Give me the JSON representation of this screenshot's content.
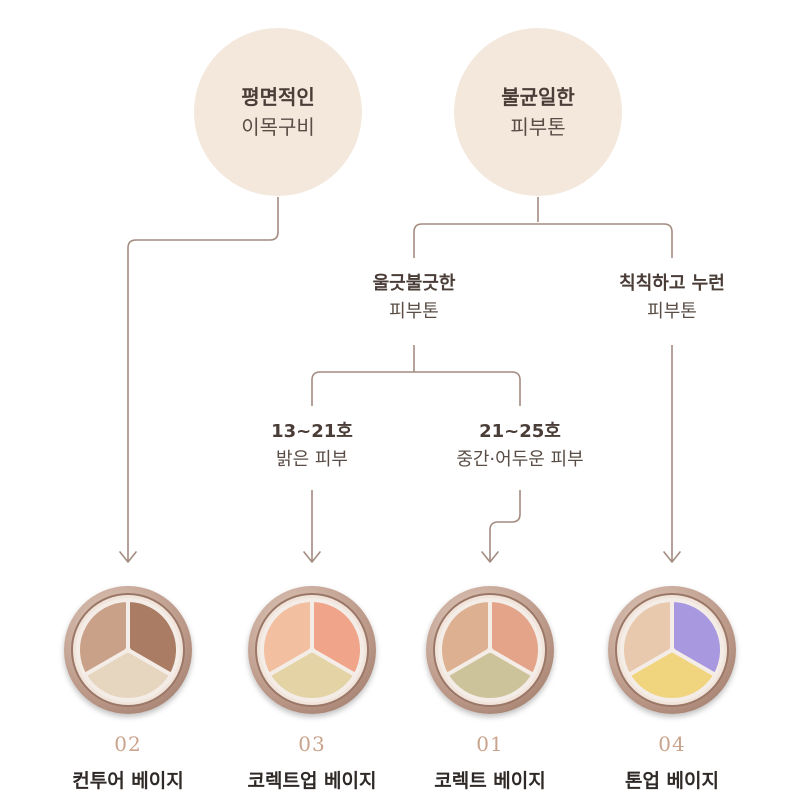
{
  "bubbles": [
    {
      "line1": "평면적인",
      "line2": "이목구비"
    },
    {
      "line1": "불균일한",
      "line2": "피부톤"
    }
  ],
  "branches": [
    {
      "line1": "울긋불긋한",
      "line2": "피부톤"
    },
    {
      "line1": "칙칙하고 누런",
      "line2": "피부톤"
    },
    {
      "line1": "13~21호",
      "line2": "밝은 피부"
    },
    {
      "line1": "21~25호",
      "line2": "중간·어두운 피부"
    }
  ],
  "products": [
    {
      "number": "02",
      "name": "컨투어 베이지",
      "colors": [
        "#c9a188",
        "#a97c63",
        "#e6d6bf"
      ]
    },
    {
      "number": "03",
      "name": "코렉트업 베이지",
      "colors": [
        "#f2bfa0",
        "#f0a48a",
        "#e3d3a5"
      ]
    },
    {
      "number": "01",
      "name": "코렉트 베이지",
      "colors": [
        "#dcb090",
        "#e3a489",
        "#ccc39a"
      ]
    },
    {
      "number": "04",
      "name": "톤업 베이지",
      "colors": [
        "#e8c9ae",
        "#a898e0",
        "#f0d47e"
      ]
    }
  ],
  "colors": {
    "line": "#a38b80",
    "bubble": "#f4e8dd",
    "number": "#c9a38c"
  }
}
